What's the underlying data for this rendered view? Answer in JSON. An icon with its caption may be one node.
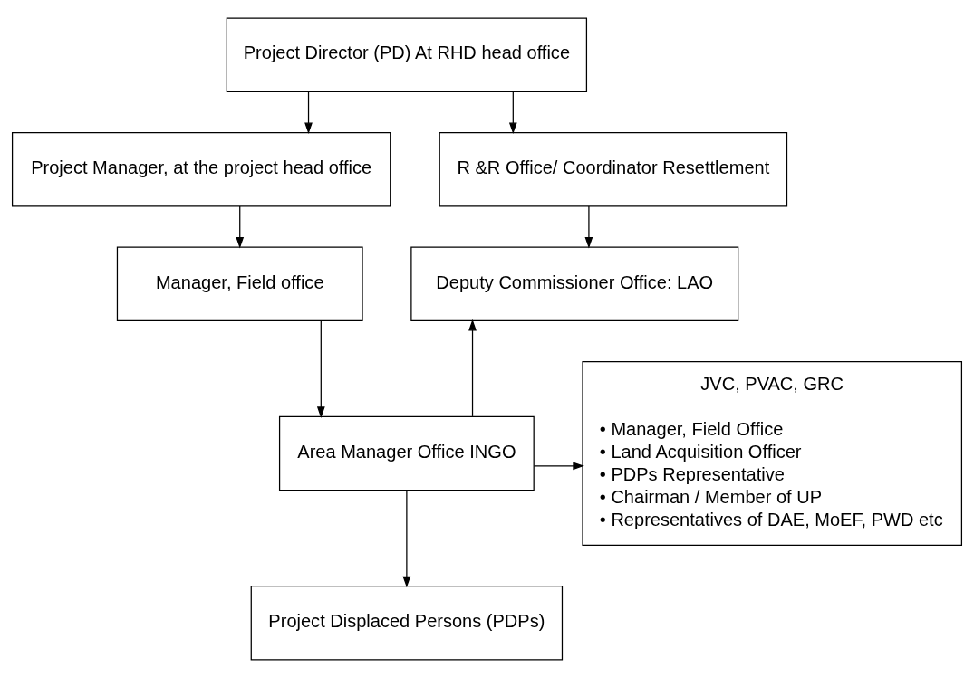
{
  "diagram": {
    "nodes": [
      {
        "text": [
          "Project Director (PD) At RHD head office"
        ]
      },
      {
        "text": [
          "Project Manager, at the project head office"
        ]
      },
      {
        "text": [
          "R &R Office/ Coordinator Resettlement"
        ]
      },
      {
        "text": [
          "Manager, Field office"
        ]
      },
      {
        "text": [
          "Deputy Commissioner Office: LAO"
        ]
      },
      {
        "text": [
          "Area Manager Office INGO"
        ]
      },
      {
        "text": [
          "JVC, PVAC, GRC",
          "• Manager, Field Office",
          "• Land Acquisition Officer",
          "• PDPs Representative",
          "• Chairman / Member of UP",
          "• Representatives of DAE, MoEF, PWD etc"
        ]
      },
      {
        "text": [
          "Project Displaced Persons (PDPs)"
        ]
      }
    ],
    "edges": [
      {
        "from": 0,
        "to": 1,
        "arrow": "to"
      },
      {
        "from": 0,
        "to": 2,
        "arrow": "to"
      },
      {
        "from": 1,
        "to": 3,
        "arrow": "to"
      },
      {
        "from": 2,
        "to": 4,
        "arrow": "to"
      },
      {
        "from": 3,
        "to": 5,
        "arrow": "to"
      },
      {
        "from": 5,
        "to": 4,
        "arrow": "to"
      },
      {
        "from": 5,
        "to": 6,
        "arrow": "to"
      },
      {
        "from": 5,
        "to": 7,
        "arrow": "to"
      }
    ]
  }
}
